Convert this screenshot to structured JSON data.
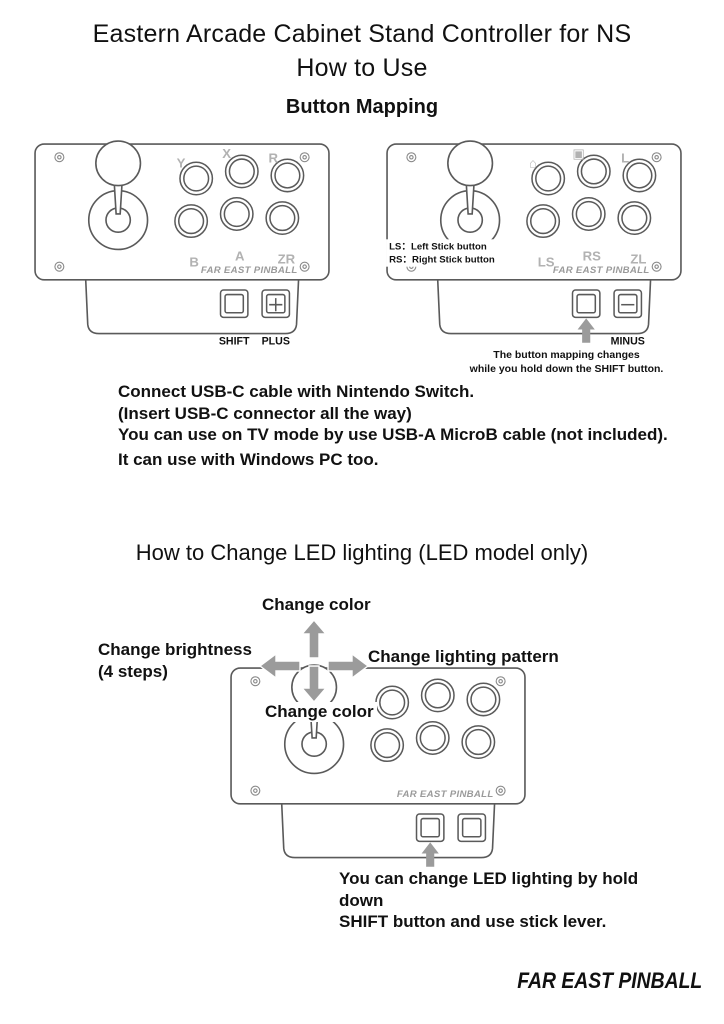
{
  "colors": {
    "line": "#5a5a5a",
    "arrow": "#9b9b9b",
    "button_label_gray": "#b2b2b2",
    "brand_gray": "#9a9a9a"
  },
  "page": {
    "title_line1": "Eastern Arcade Cabinet Stand Controller for NS",
    "title_line2": "How to Use"
  },
  "button_mapping": {
    "heading": "Button Mapping",
    "brand": "FAR EAST PINBALL",
    "normal": {
      "top_buttons": [
        "Y",
        "X",
        "R"
      ],
      "bottom_buttons": [
        "B",
        "A",
        "ZR"
      ],
      "shift_label": "SHIFT",
      "plus_label": "PLUS"
    },
    "shifted": {
      "top_buttons": [
        "⌂",
        "▣",
        "L"
      ],
      "bottom_buttons": [
        "LS",
        "RS",
        "ZL"
      ],
      "stick_note_line1": "LS：Left Stick button",
      "stick_note_line2": "RS：Right Stick button",
      "minus_label": "MINUS",
      "caption_line1": "The button mapping changes",
      "caption_line2": "while you hold down the SHIFT button."
    }
  },
  "usage_notes": {
    "line1": "Connect USB-C cable with Nintendo Switch.",
    "line2": "(Insert USB-C connector all the way)",
    "line3": "You can use on TV mode by use USB-A MicroB cable (not included).",
    "line4": "It can use with Windows PC too."
  },
  "led_section": {
    "heading": "How to Change LED lighting (LED model only)",
    "label_up": "Change color",
    "label_left_line1": "Change brightness",
    "label_left_line2": "(4 steps)",
    "label_right": "Change lighting pattern",
    "label_down": "Change color",
    "caption_line1": "You can change LED lighting by hold down",
    "caption_line2": "SHIFT button and use stick lever."
  },
  "footer": {
    "logo": "FAR EAST PINBALL"
  }
}
